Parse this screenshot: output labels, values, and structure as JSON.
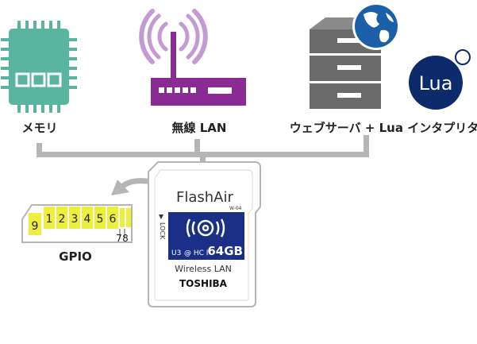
{
  "labels": {
    "memory": "メモリ",
    "wireless_lan": "無線 LAN",
    "web_server": "ウェブサーバ + Lua インタプリタ",
    "gpio": "GPIO"
  },
  "card": {
    "brand": "FlashAir",
    "model": "W-04",
    "lock": "LOCK",
    "speed_class": "U3",
    "capacity": "64GB",
    "wireless": "Wireless LAN",
    "maker": "TOSHIBA"
  },
  "gpio_pins": [
    "9",
    "1",
    "2",
    "3",
    "4",
    "5",
    "6"
  ],
  "gpio_extra_pins": [
    "7",
    "8"
  ],
  "lua_badge": "Lua",
  "colors": {
    "chip": "#5ab5a0",
    "router": "#8a2b93",
    "wifi_waves": "#c49ad3",
    "server": "#6b6b6b",
    "globe_bg": "#1a5fa8",
    "lua_bg": "#0d2a6b",
    "card_blue": "#1c2f86",
    "pin_yellow": "#eeee3c",
    "connector": "#b5b5b5"
  },
  "icons": [
    "chip-icon",
    "router-icon",
    "server-icon",
    "globe-icon",
    "lua-logo",
    "arrow-icon",
    "wifi-icon"
  ]
}
